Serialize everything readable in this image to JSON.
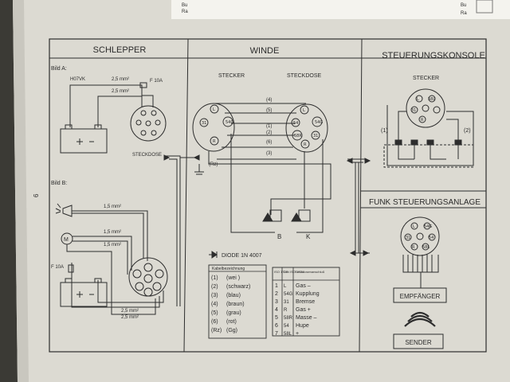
{
  "page_number": "6",
  "top_fragments": {
    "left_a": "Bu",
    "left_b": "Ra",
    "right_a": "Bu",
    "right_b": "Ra"
  },
  "sections": {
    "schlepper": "SCHLEPPER",
    "winde": "WINDE",
    "steuerungskonsole": "STEUERUNGSKONSOLE",
    "funk": "FUNK STEUERUNGSANLAGE"
  },
  "bild_a": {
    "title": "Bild A:",
    "cable": "H07VK",
    "wire1": "2,5 mm²",
    "wire2": "2,5 mm²",
    "fuse": "F 10A",
    "socket_label": "STECKDOSE"
  },
  "bild_b": {
    "title": "Bild B:",
    "fuse": "F 10A",
    "wires": [
      "1,5 mm²",
      "1,5 mm²",
      "1,5 mm²",
      "2,5 mm²",
      "2,5 mm²"
    ]
  },
  "winde": {
    "stecker": "STECKER",
    "steckdose": "STECKDOSE",
    "wire_numbers": [
      "(4)",
      "(5)",
      "(1)",
      "(2)",
      "(6)",
      "(3)",
      "(Rz)"
    ],
    "valve_b": "B",
    "valve_k": "K"
  },
  "konsole": {
    "stecker": "STECKER",
    "wire_left": "(1)",
    "wire_right": "(2)"
  },
  "funk": {
    "receiver": "EMPFÄNGER",
    "sender": "SENDER"
  },
  "diode_label": "DIODE 1N 4007",
  "pins": [
    "L",
    "54G",
    "31",
    "R",
    "58R",
    "54",
    "58L"
  ],
  "wire_legend": {
    "header": "Kabelbezeichnung",
    "rows": [
      {
        "num": "(1)",
        "color": "(wei )"
      },
      {
        "num": "(2)",
        "color": "(schwarz)"
      },
      {
        "num": "(3)",
        "color": "(blau)"
      },
      {
        "num": "(4)",
        "color": "(braun)"
      },
      {
        "num": "(5)",
        "color": "(grau)"
      },
      {
        "num": "(6)",
        "color": "(rot)"
      },
      {
        "num": "(Rz)",
        "color": "(Gg)"
      }
    ]
  },
  "pin_table": {
    "headers": [
      "ISO 1724",
      "DIN ISO 1724",
      "Steckdosenanschluß"
    ],
    "rows": [
      {
        "iso": "1",
        "din": "L",
        "func": "Gas  –"
      },
      {
        "iso": "2",
        "din": "54G",
        "func": "Kupplung"
      },
      {
        "iso": "3",
        "din": "31",
        "func": "Bremse"
      },
      {
        "iso": "4",
        "din": "R",
        "func": "Gas  +"
      },
      {
        "iso": "5",
        "din": "58R",
        "func": "Masse  –"
      },
      {
        "iso": "6",
        "din": "54",
        "func": "Hupe"
      },
      {
        "iso": "7",
        "din": "58L",
        "func": "+"
      }
    ]
  }
}
